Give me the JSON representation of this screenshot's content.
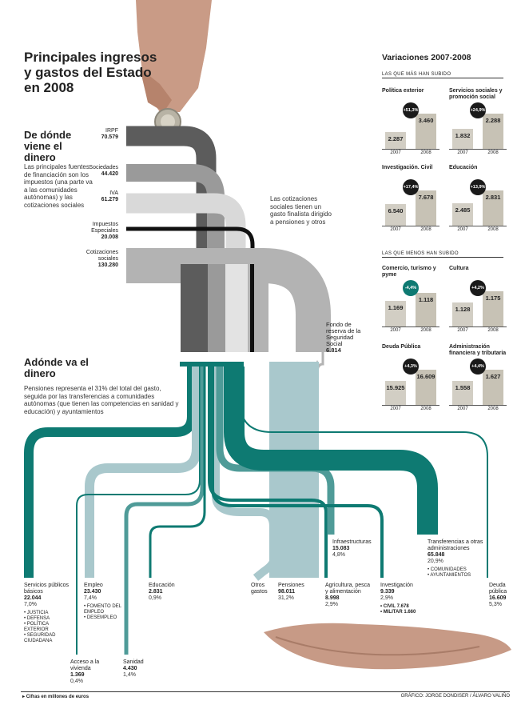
{
  "title": "Principales ingresos y gastos del Estado en 2008",
  "income": {
    "heading": "De dónde viene el dinero",
    "description": "Las principales fuentes de financiación son los impuestos (una parte va a las comunidades autónomas) y las cotizaciones sociales",
    "items": [
      {
        "label": "IRPF",
        "value": "70.579",
        "color": "#5c5c5c"
      },
      {
        "label": "Sociedades",
        "value": "44.420",
        "color": "#9a9a9a"
      },
      {
        "label": "IVA",
        "value": "61.279",
        "color": "#d9d9d9"
      },
      {
        "label": "Impuestos Especiales",
        "value": "20.008",
        "color": "#111111"
      },
      {
        "label": "Cotizaciones sociales",
        "value": "130.280",
        "color": "#b3b3b3"
      }
    ],
    "note": "Las cotizaciones sociales tienen un gasto finalista dirigido a pensiones y otros",
    "reserve": {
      "label": "Fondo de reserva de la Seguridad Social",
      "value": "6.814"
    }
  },
  "spending": {
    "heading": "Adónde va el dinero",
    "description": "Pensiones representa el 31% del total del gasto, seguida por las transferencias a comunidades autónomas (que tienen las competencias en sanidad y educación) y ayuntamientos",
    "items": [
      {
        "label": "Servicios públicos básicos",
        "value": "22.044",
        "pct": "7,0%",
        "subs": [
          "• JUSTICIA",
          "• DEFENSA",
          "• POLÍTICA EXTERIOR",
          "• SEGURIDAD CIUDADANA"
        ]
      },
      {
        "label": "Empleo",
        "value": "23.430",
        "pct": "7,4%",
        "subs": [
          "• FOMENTO DEL EMPLEO",
          "• DESEMPLEO"
        ]
      },
      {
        "label": "Acceso a la vivienda",
        "value": "1.369",
        "pct": "0,4%"
      },
      {
        "label": "Sanidad",
        "value": "4.430",
        "pct": "1,4%"
      },
      {
        "label": "Educación",
        "value": "2.831",
        "pct": "0,9%"
      },
      {
        "label": "Otros gastos"
      },
      {
        "label": "Pensiones",
        "value": "98.011",
        "pct": "31,2%"
      },
      {
        "label": "Agricultura, pesca y alimentación",
        "value": "8.998",
        "pct": "2,9%"
      },
      {
        "label": "Infraestructuras",
        "value": "15.083",
        "pct": "4,8%"
      },
      {
        "label": "Investigación",
        "value": "9.339",
        "pct": "2,9%",
        "subs": [
          "• CIVIL 7.678",
          "• MILITAR 1.660"
        ]
      },
      {
        "label": "Transferencias a otras administraciones",
        "value": "65.848",
        "pct": "20,9%",
        "subs": [
          "• COMUNIDADES",
          "• AYUNTAMIENTOS"
        ]
      },
      {
        "label": "Deuda pública",
        "value": "16.609",
        "pct": "5,3%"
      }
    ]
  },
  "variations": {
    "title": "Variaciones 2007-2008",
    "up_label": "LAS QUE MÁS HAN SUBIDO",
    "down_label": "LAS QUE MENOS HAN SUBIDO",
    "charts": [
      {
        "title": "Política exterior",
        "v2007": "2.287",
        "v2008": "3.460",
        "change": "+51,3%",
        "n2007": 2287,
        "n2008": 3460
      },
      {
        "title": "Servicios sociales y promoción social",
        "v2007": "1.832",
        "v2008": "2.288",
        "change": "+24,9%",
        "n2007": 1832,
        "n2008": 2288
      },
      {
        "title": "Investigación. Civil",
        "v2007": "6.540",
        "v2008": "7.678",
        "change": "+17,4%",
        "n2007": 6540,
        "n2008": 7678
      },
      {
        "title": "Educación",
        "v2007": "2.485",
        "v2008": "2.831",
        "change": "+13,9%",
        "n2007": 2485,
        "n2008": 2831
      },
      {
        "title": "Comercio, turismo y pyme",
        "v2007": "1.169",
        "v2008": "1.118",
        "change": "-4,4%",
        "n2007": 1169,
        "n2008": 1118
      },
      {
        "title": "Cultura",
        "v2007": "1.128",
        "v2008": "1.175",
        "change": "+4,2%",
        "n2007": 1128,
        "n2008": 1175
      },
      {
        "title": "Deuda Pública",
        "v2007": "15.925",
        "v2008": "16.609",
        "change": "+4,3%",
        "n2007": 15925,
        "n2008": 16609
      },
      {
        "title": "Administración financiera y tributaria",
        "v2007": "1.558",
        "v2008": "1.627",
        "change": "+4,4%",
        "n2007": 1558,
        "n2008": 1627
      }
    ],
    "year_a": "2007",
    "year_b": "2008"
  },
  "footer": {
    "note": "Cifras en millones de euros",
    "credit": "GRÁFICO: JORGE DONDISER / ÁLVARO VALIÑO"
  },
  "colors": {
    "teal": "#0e7a72",
    "light_teal": "#a9c8cc",
    "mid_teal": "#4f9b98"
  }
}
